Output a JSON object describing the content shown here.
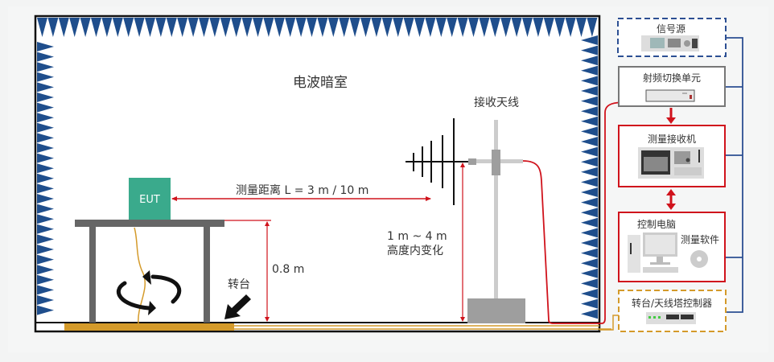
{
  "chamber": {
    "title": "电波暗室"
  },
  "eut": {
    "label": "EUT"
  },
  "distance": {
    "label": "测量距离 L = 3 m / 10 m"
  },
  "table_height": {
    "label": "0.8 m"
  },
  "turntable": {
    "label": "转台"
  },
  "antenna": {
    "title": "接收天线",
    "height_range": "1 m ~ 4 m",
    "height_note": "高度内变化"
  },
  "equipment": {
    "signal_source": "信号源",
    "rf_switch": "射频切换单元",
    "receiver": "测量接收机",
    "pc": "控制电脑",
    "software": "测量软件",
    "controller": "转台/天线塔控制器"
  },
  "colors": {
    "absorber": "#1f4e8c",
    "signal": "#d0131c",
    "eut": "#3aaa8c",
    "turntable": "#d49a2a",
    "bus": "#2c4f93"
  }
}
